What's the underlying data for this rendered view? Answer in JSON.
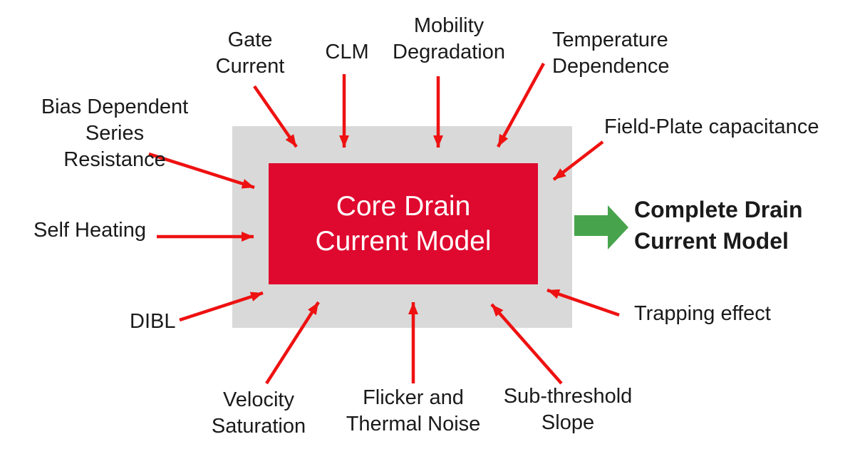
{
  "colors": {
    "background": "#FFFFFF",
    "outer-box": "#D9D9D9",
    "core-box": "#DF082E",
    "core-text": "#FFFFFF",
    "arrow": "#EE1111",
    "green-arrow": "#48A44C",
    "label-text": "#1A1A1A"
  },
  "core_box": {
    "label": "Core Drain\nCurrent Model"
  },
  "output": {
    "label": "Complete Drain\nCurrent Model"
  },
  "labels": {
    "gate_current": "Gate\nCurrent",
    "clm": "CLM",
    "mobility_degradation": "Mobility\nDegradation",
    "temperature_dependence": "Temperature\nDependence",
    "field_plate_capacitance": "Field-Plate capacitance",
    "bias_dependent_series_resistance": "Bias Dependent\nSeries Resistance",
    "self_heating": "Self Heating",
    "dibl": "DIBL",
    "velocity_saturation": "Velocity\nSaturation",
    "flicker_thermal_noise": "Flicker and\nThermal Noise",
    "sub_threshold_slope": "Sub-threshold\nSlope",
    "trapping_effect": "Trapping effect"
  }
}
